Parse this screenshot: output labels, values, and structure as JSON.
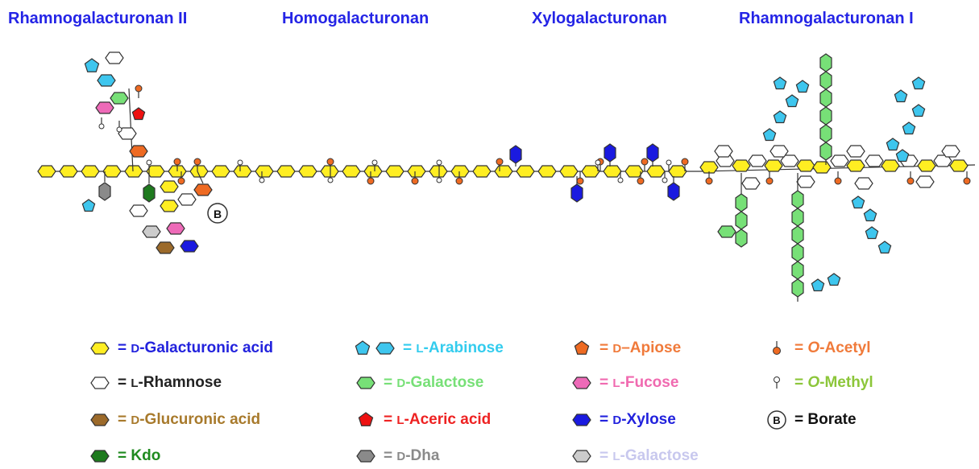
{
  "regions": [
    {
      "label": "Rhamnogalacturonan II"
    },
    {
      "label": "Homogalacturonan"
    },
    {
      "label": "Xylogalacturonan"
    },
    {
      "label": "Rhamnogalacturonan I"
    }
  ],
  "borate_symbol": "B",
  "legend": [
    {
      "prefix": "= ",
      "sc": "D",
      "rest": "-Galacturonic acid",
      "color": "#2222dd",
      "symbol": "galacturonic-acid-icon"
    },
    {
      "prefix": "= ",
      "sc": "L",
      "rest": "-Rhamnose",
      "color": "#222222",
      "symbol": "rhamnose-icon"
    },
    {
      "prefix": "= ",
      "sc": "D",
      "rest": "-Glucuronic acid",
      "color": "#a87a2c",
      "symbol": "glucuronic-acid-icon"
    },
    {
      "prefix": "= ",
      "sc": "",
      "rest": "Kdo",
      "color": "#1f8a1f",
      "symbol": "kdo-icon"
    },
    {
      "prefix": "= ",
      "sc": "L",
      "rest": "-Arabinose",
      "color": "#33ccee",
      "symbol": "arabinose-icon"
    },
    {
      "prefix": "= ",
      "sc": "D",
      "rest": "-Galactose",
      "color": "#77e077",
      "symbol": "galactose-icon"
    },
    {
      "prefix": "= ",
      "sc": "L",
      "rest": "-Aceric acid",
      "color": "#ee2222",
      "symbol": "aceric-acid-icon"
    },
    {
      "prefix": "= ",
      "sc": "D",
      "rest": "-Dha",
      "color": "#8a8a8a",
      "symbol": "dha-icon"
    },
    {
      "prefix": "= ",
      "sc": "D",
      "rest": "–Apiose",
      "color": "#f07a3a",
      "symbol": "apiose-icon"
    },
    {
      "prefix": "= ",
      "sc": "L",
      "rest": "-Fucose",
      "color": "#f06ab0",
      "symbol": "fucose-icon"
    },
    {
      "prefix": "= ",
      "sc": "D",
      "rest": "-Xylose",
      "color": "#2222dd",
      "symbol": "xylose-icon"
    },
    {
      "prefix": "= ",
      "sc": "L",
      "rest": "-Galactose",
      "color": "#c8c8ee",
      "symbol": "l-galactose-icon"
    },
    {
      "prefix": "= ",
      "sc": "O",
      "rest": "-Acetyl",
      "color": "#f07a3a",
      "symbol": "acetyl-icon",
      "italic": true
    },
    {
      "prefix": "= ",
      "sc": "O",
      "rest": "-Methyl",
      "color": "#8cc63a",
      "symbol": "methyl-icon",
      "italic": true
    },
    {
      "prefix": "= ",
      "sc": "",
      "rest": "Borate",
      "color": "#111111",
      "symbol": "borate-icon"
    }
  ],
  "colors": {
    "galacturonic_acid": "#ffee22",
    "rhamnose": "#ffffff",
    "glucuronic_acid": "#9c6a2a",
    "kdo": "#1e7a1e",
    "arabinose": "#3ec6ee",
    "galactose": "#77e077",
    "aceric_acid": "#ee1111",
    "dha": "#8a8a8a",
    "apiose": "#ee6a22",
    "fucose": "#ee6ab8",
    "xylose": "#1a1ae0",
    "l_galactose": "#cccccc",
    "acetyl": "#ee6a22",
    "methyl": "#ffffff",
    "outline": "#333333"
  }
}
